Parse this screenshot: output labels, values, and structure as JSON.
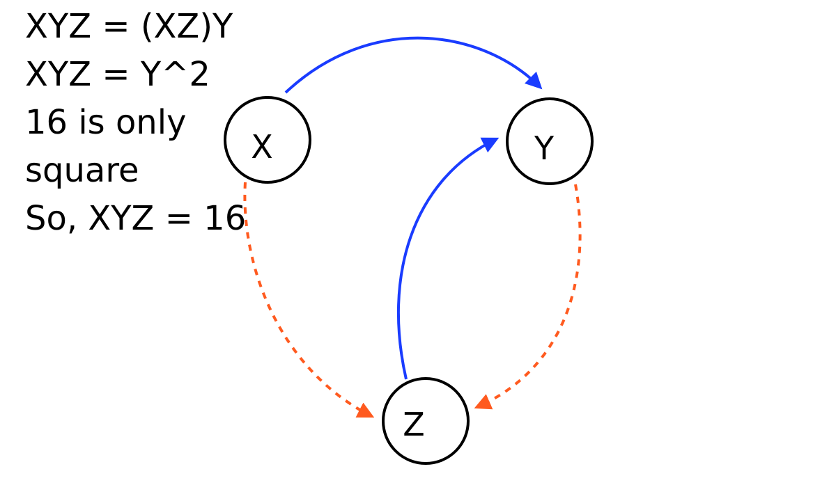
{
  "notes": [
    "XYZ = (XZ)Y",
    "XYZ = Y^2",
    "16 is only",
    "square",
    "So, XYZ = 16"
  ],
  "nodes": {
    "x": "X",
    "y": "Y",
    "z": "Z"
  },
  "colors": {
    "solid_edge": "#1a3cff",
    "dashed_edge": "#ff5a1f",
    "node_stroke": "#000000"
  }
}
